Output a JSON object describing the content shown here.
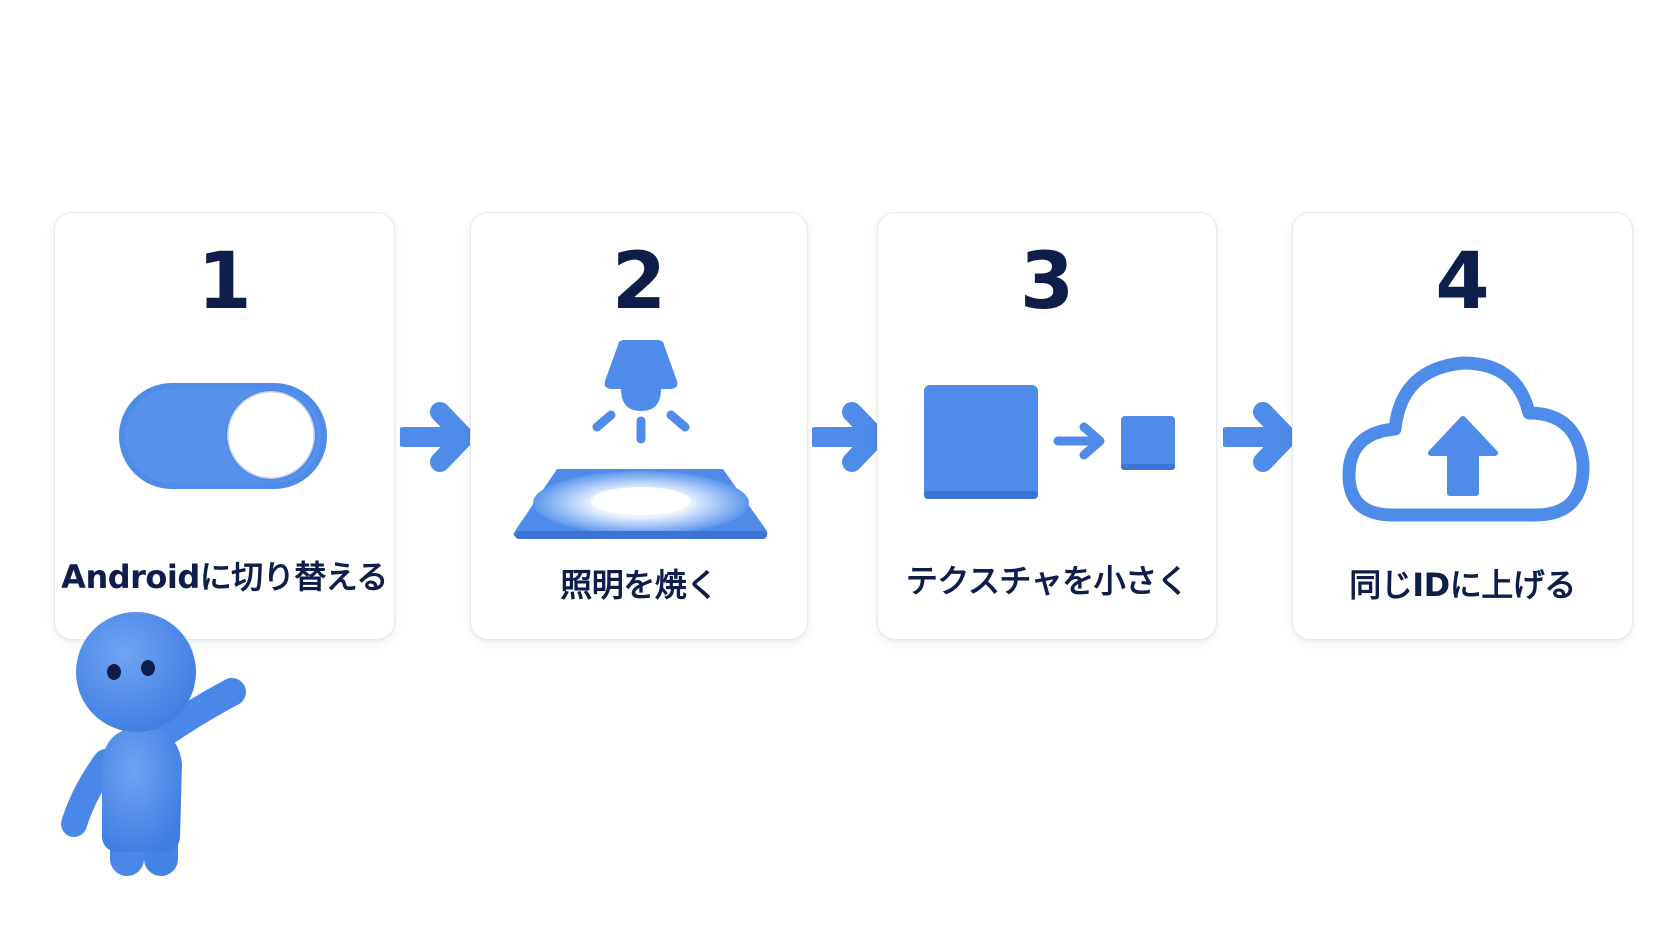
{
  "colors": {
    "accent": "#4f8be8",
    "accent_dark": "#3b74d6",
    "heading": "#0f1d4a",
    "card_border": "#e6e9ef"
  },
  "steps": [
    {
      "number": "1",
      "label": "Androidに切り替える",
      "icon": "toggle-switch-icon"
    },
    {
      "number": "2",
      "label": "照明を焼く",
      "icon": "lamp-lightmap-icon"
    },
    {
      "number": "3",
      "label": "テクスチャを小さく",
      "icon": "texture-shrink-icon"
    },
    {
      "number": "4",
      "label": "同じIDに上げる",
      "icon": "cloud-upload-icon"
    }
  ],
  "connectors": [
    "arrow-right-icon",
    "arrow-right-icon",
    "arrow-right-icon"
  ],
  "mascot": {
    "icon": "pointing-character-icon"
  }
}
